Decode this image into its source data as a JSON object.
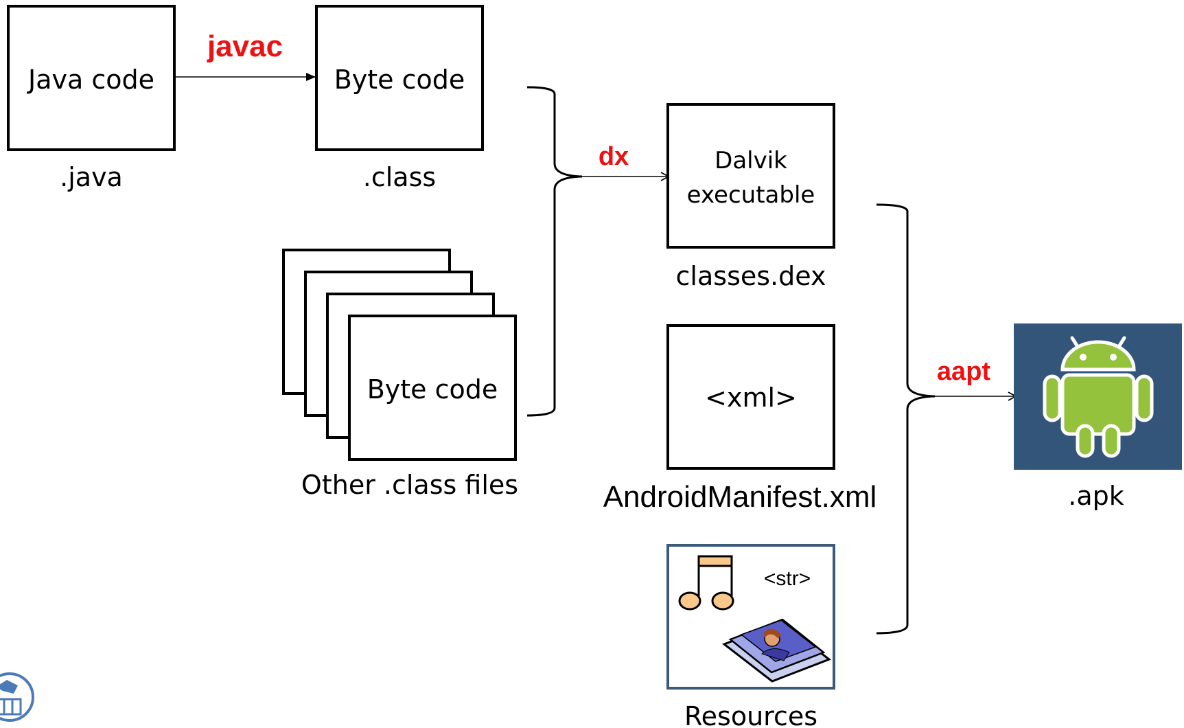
{
  "colors": {
    "tool_label": "#ee1111",
    "apk_background": "#34557a",
    "android_green": "#94c23d",
    "resources_border": "#3b5a7a"
  },
  "nodes": {
    "java_code": {
      "text": "Java code",
      "caption": ".java"
    },
    "byte_code": {
      "text": "Byte code",
      "caption": ".class"
    },
    "other_class": {
      "text": "Byte code",
      "caption": "Other .class files"
    },
    "dalvik": {
      "line1": "Dalvik",
      "line2": "executable",
      "caption": "classes.dex"
    },
    "manifest": {
      "text": "<xml>",
      "caption": "AndroidManifest.xml"
    },
    "resources": {
      "str_text": "<str>",
      "caption": "Resources",
      "icons": [
        "music-note-icon",
        "photo-stack-icon"
      ]
    },
    "apk": {
      "caption": ".apk",
      "icon": "android-robot-icon"
    }
  },
  "tools": {
    "javac": "javac",
    "dx": "dx",
    "aapt": "aapt"
  },
  "corner_logo": "university-seal-icon"
}
